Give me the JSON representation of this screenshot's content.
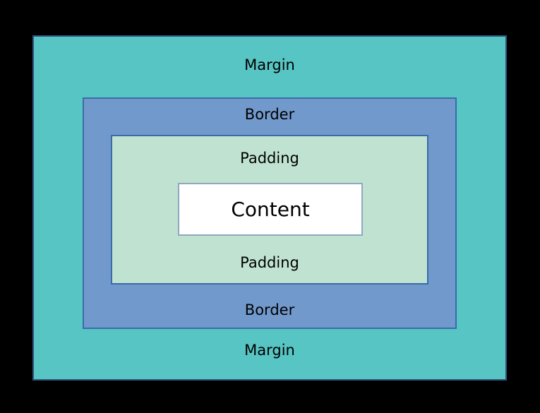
{
  "diagram": {
    "labels": {
      "margin": "Margin",
      "border": "Border",
      "padding": "Padding",
      "content": "Content"
    },
    "colors": {
      "background": "#000000",
      "margin_fill": "#57c5c4",
      "border_fill": "#7299cc",
      "padding_fill": "#c0e3d1",
      "content_fill": "#ffffff",
      "outline_dark": "#2e5580",
      "outline_mid": "#3a6ca8",
      "content_outline": "#8fa8c0",
      "text": "#000000"
    }
  }
}
